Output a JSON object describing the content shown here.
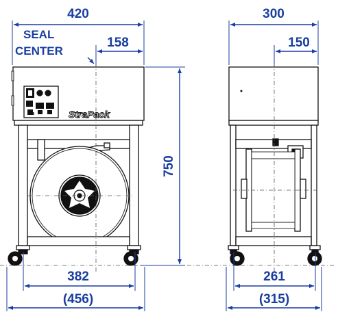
{
  "front_view": {
    "width_label": "420",
    "seal_center_label_line1": "SEAL",
    "seal_center_label_line2": "CENTER",
    "seal_offset_label": "158",
    "height_label": "750",
    "caster_span_label": "382",
    "overall_caster_label": "(456)",
    "brand_text": "StraPack"
  },
  "side_view": {
    "depth_label": "300",
    "seal_offset_label": "150",
    "caster_span_label": "261",
    "overall_caster_label": "(315)"
  },
  "colors": {
    "dimension": "#1a3ea0",
    "line": "#111111"
  }
}
